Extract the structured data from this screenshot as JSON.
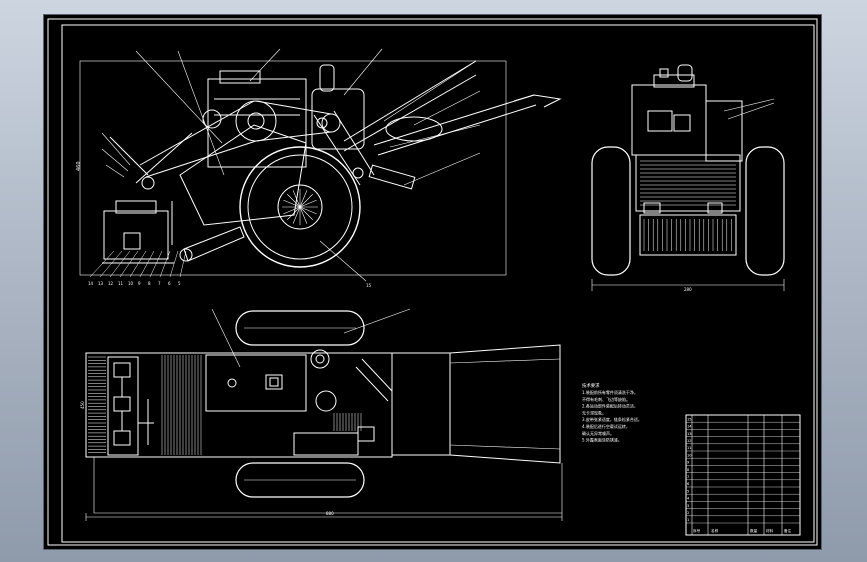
{
  "drawing": {
    "colors": {
      "background": "#000000",
      "line": "#ffffff",
      "viewport_top": "#cdd5e0",
      "viewport_bottom": "#8f9aab"
    },
    "side_view": {
      "dimension_height": "460",
      "callouts_bottom": [
        "14",
        "13",
        "12",
        "11",
        "10",
        "9",
        "8",
        "7",
        "6",
        "5"
      ],
      "callout_right": "15"
    },
    "front_view": {
      "dimension_width": "280"
    },
    "top_view": {
      "dimension_length": "880",
      "dimension_width": "450"
    },
    "notes": {
      "heading": "技术要求",
      "lines": [
        "1.装配前所有零件须清洗干净，",
        "  不得有毛刺、飞边等缺陷。",
        "2.各运动部件装配后转动灵活，",
        "  无卡滞现象。",
        "3.皮带张紧适度，链条松紧合适。",
        "4.装配后进行空载试运转，",
        "  确认无异常噪声。",
        "5.外露表面涂防锈漆。"
      ]
    },
    "title_block": {
      "rows": [
        "15",
        "14",
        "13",
        "12",
        "11",
        "10",
        "9",
        "8",
        "7",
        "6",
        "5",
        "4",
        "3",
        "2",
        "1"
      ],
      "footer": [
        "序号",
        "名称",
        "数量",
        "材料",
        "备注"
      ]
    }
  }
}
